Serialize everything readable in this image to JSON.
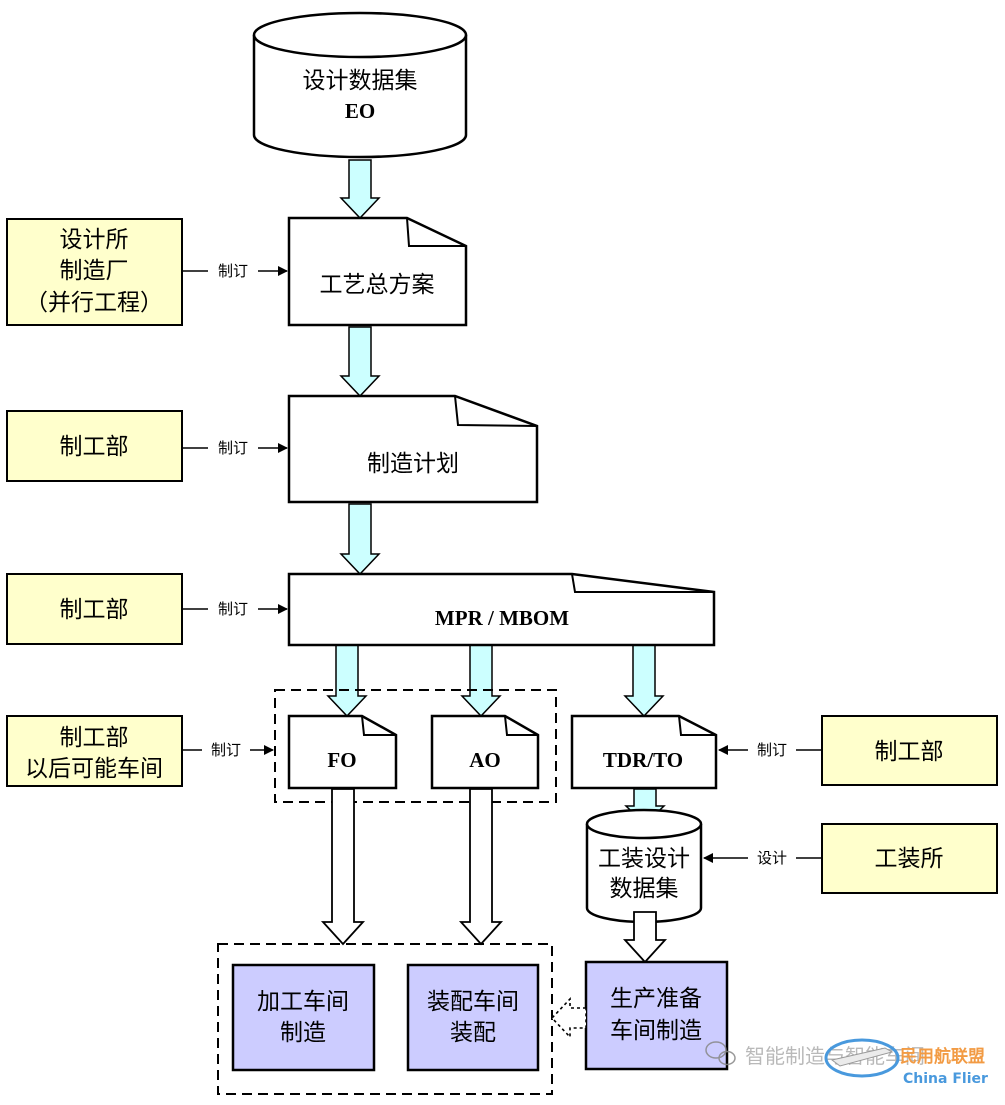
{
  "colors": {
    "source_box": "#FFFFCC",
    "output_box": "#CCCCFF",
    "arrow_fill": "#CCFFFF",
    "hollow_arrow": "#FFFFFF",
    "line": "#000000",
    "watermark": "#F08A24"
  },
  "design_dataset": {
    "line1": "设计数据集",
    "line2": "EO"
  },
  "process_plan": {
    "label": "工艺总方案"
  },
  "mfg_plan": {
    "label": "制造计划"
  },
  "mpr_mbom": {
    "label": "MPR / MBOM"
  },
  "fo": {
    "label": "FO"
  },
  "ao": {
    "label": "AO"
  },
  "tdr_to": {
    "label": "TDR/TO"
  },
  "tooling_dataset": {
    "line1": "工装设计",
    "line2": "数据集"
  },
  "left_sources": [
    {
      "lines": [
        "设计所",
        "制造厂",
        "（并行工程）"
      ]
    },
    {
      "lines": [
        "制工部"
      ]
    },
    {
      "lines": [
        "制工部"
      ]
    },
    {
      "lines": [
        "制工部",
        "以后可能车间"
      ]
    }
  ],
  "right_sources": [
    {
      "lines": [
        "制工部"
      ]
    },
    {
      "lines": [
        "工装所"
      ]
    }
  ],
  "connector_labels": {
    "compile": "制订",
    "design": "设计"
  },
  "outputs": [
    {
      "lines": [
        "加工车间",
        "制造"
      ]
    },
    {
      "lines": [
        "装配车间",
        "装配"
      ]
    },
    {
      "lines": [
        "生产准备",
        "车间制造"
      ]
    }
  ],
  "watermark": {
    "wechat_text": "智能制造与智能车间",
    "logo_text": "民用航联盟",
    "logo_sub": "China Flier",
    "wechat_icon": "wechat-icon"
  }
}
